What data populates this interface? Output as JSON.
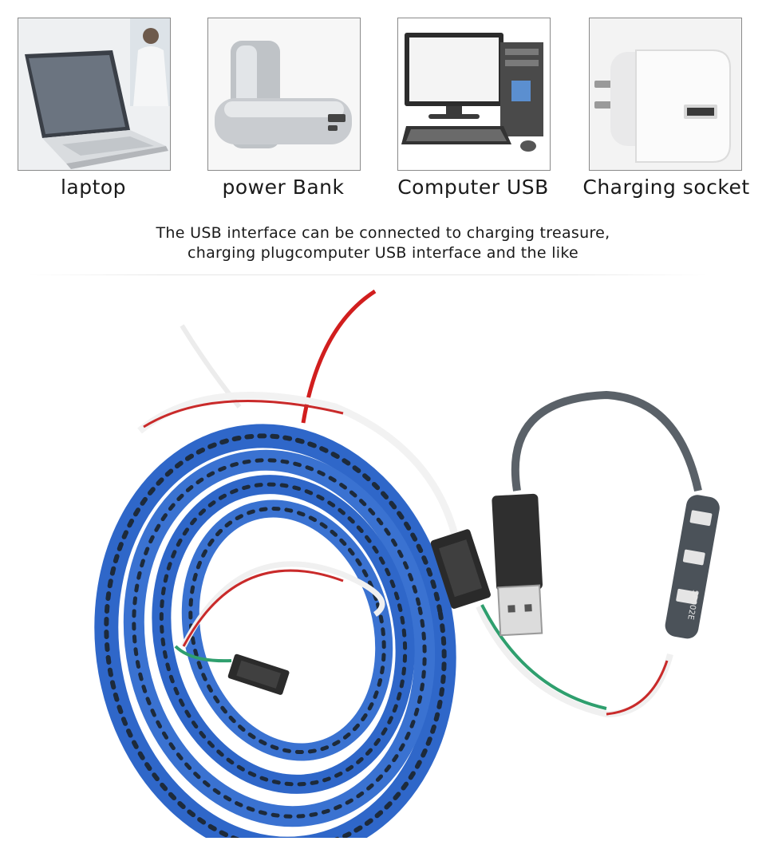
{
  "sources": [
    {
      "label": "laptop",
      "icon": "laptop-icon"
    },
    {
      "label": "power Bank",
      "icon": "power-bank-icon"
    },
    {
      "label": "Computer USB",
      "icon": "desktop-computer-icon"
    },
    {
      "label": "Charging socket",
      "icon": "usb-wall-charger-icon"
    }
  ],
  "note": {
    "line1": "The USB interface can be connected to charging treasure,",
    "line2": "charging plugcomputer USB interface and the like"
  },
  "product": {
    "controller_label": "SP002E",
    "strip_color": "#2f67c9",
    "cable_color": "#5a6168"
  }
}
